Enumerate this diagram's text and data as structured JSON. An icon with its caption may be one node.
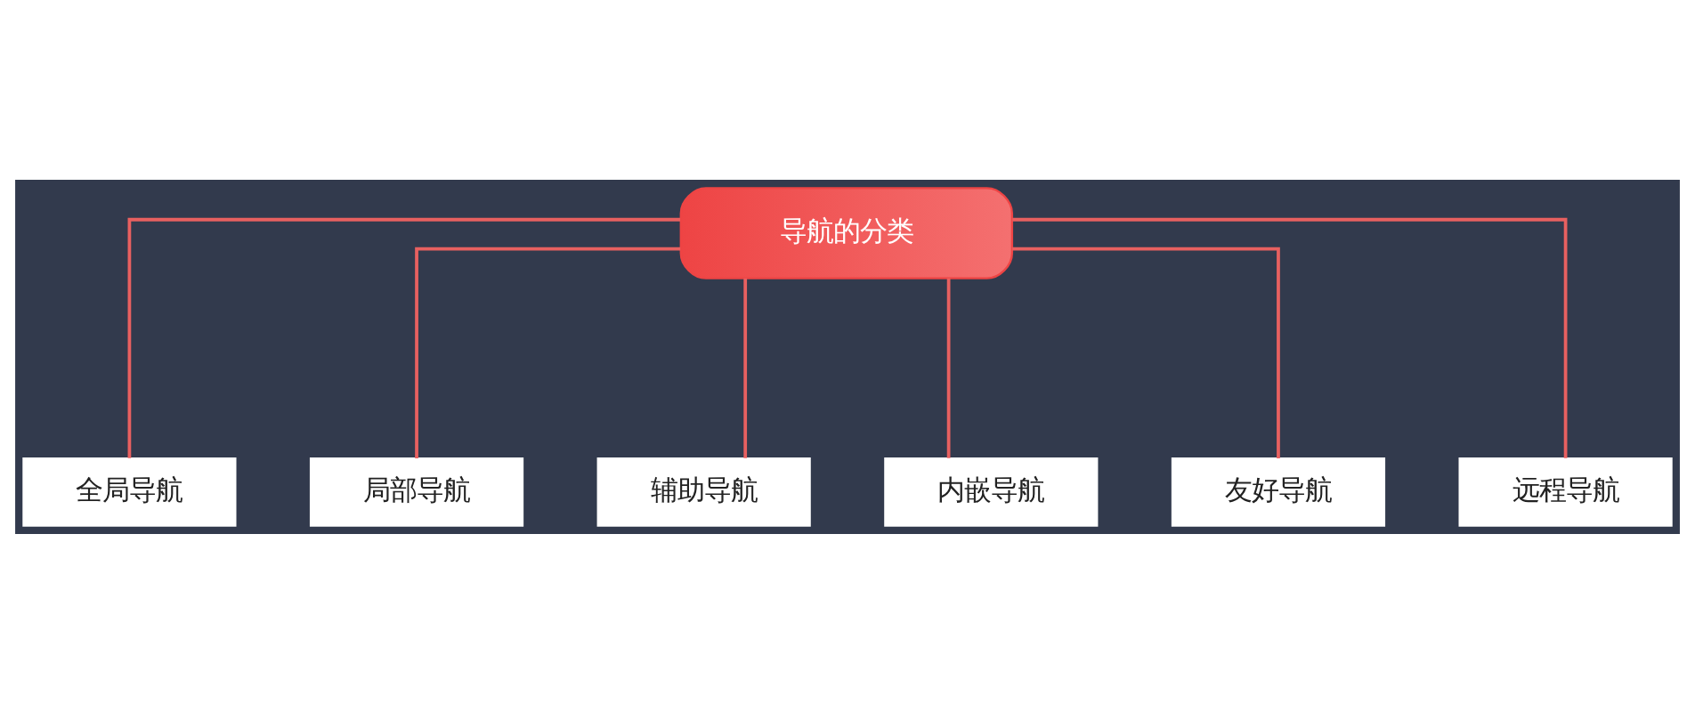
{
  "diagram": {
    "nodes": [
      {
        "text": [
          "导航的分类"
        ]
      },
      {
        "text": [
          "全局导航"
        ]
      },
      {
        "text": [
          "局部导航"
        ]
      },
      {
        "text": [
          "辅助导航"
        ]
      },
      {
        "text": [
          "内嵌导航"
        ]
      },
      {
        "text": [
          "友好导航"
        ]
      },
      {
        "text": [
          "远程导航"
        ]
      }
    ],
    "edges": [
      {
        "from": 0,
        "to": 1,
        "arrow": "none"
      },
      {
        "from": 0,
        "to": 2,
        "arrow": "none"
      },
      {
        "from": 0,
        "to": 3,
        "arrow": "none"
      },
      {
        "from": 0,
        "to": 4,
        "arrow": "none"
      },
      {
        "from": 0,
        "to": 5,
        "arrow": "none"
      },
      {
        "from": 0,
        "to": 6,
        "arrow": "none"
      }
    ]
  }
}
